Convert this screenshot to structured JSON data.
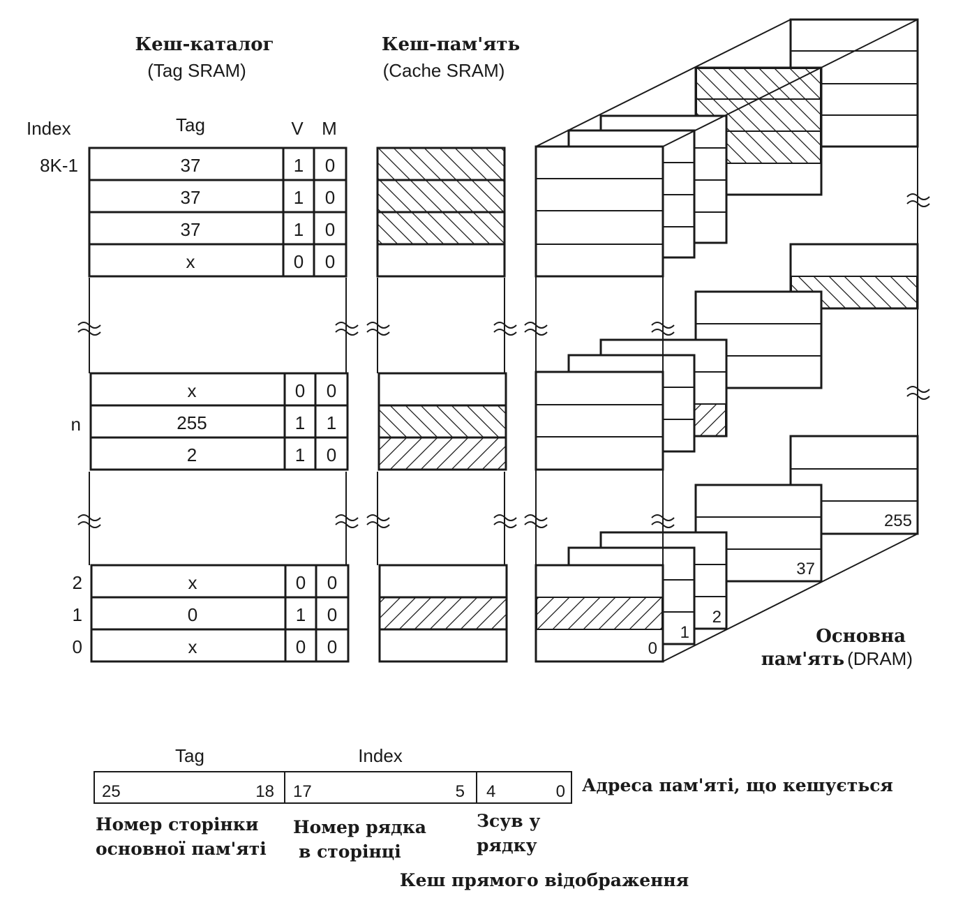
{
  "titles": {
    "tag_dir_title": "Кеш-каталог",
    "tag_dir_sub": "(Tag SRAM)",
    "cache_mem_title": "Кеш-пам'ять",
    "cache_mem_sub": "(Cache SRAM)",
    "main_mem_line1": "Основна",
    "main_mem_line2a": "пам'ять",
    "main_mem_line2b": "(DRAM)"
  },
  "headers": {
    "index": "Index",
    "tag": "Tag",
    "v": "V",
    "m": "M"
  },
  "tag_rows_top": [
    {
      "tag": "37",
      "v": "1",
      "m": "0",
      "hatch": "back"
    },
    {
      "tag": "37",
      "v": "1",
      "m": "0",
      "hatch": "back"
    },
    {
      "tag": "37",
      "v": "1",
      "m": "0",
      "hatch": "back"
    },
    {
      "tag": "x",
      "v": "0",
      "m": "0",
      "hatch": "none"
    }
  ],
  "tag_rows_mid": [
    {
      "tag": "x",
      "v": "0",
      "m": "0",
      "hatch": "none"
    },
    {
      "tag": "255",
      "v": "1",
      "m": "1",
      "hatch": "back"
    },
    {
      "tag": "2",
      "v": "1",
      "m": "0",
      "hatch": "fwd"
    }
  ],
  "tag_rows_bot": [
    {
      "tag": "x",
      "v": "0",
      "m": "0",
      "hatch": "none"
    },
    {
      "tag": "0",
      "v": "1",
      "m": "0",
      "hatch": "fwd"
    },
    {
      "tag": "x",
      "v": "0",
      "m": "0",
      "hatch": "none"
    }
  ],
  "index_labels": {
    "top": "8K-1",
    "n": "n",
    "i2": "2",
    "i1": "1",
    "i0": "0"
  },
  "page_labels": {
    "p0": "0",
    "p1": "1",
    "p2": "2",
    "p37": "37",
    "p255": "255"
  },
  "address": {
    "tag_label": "Tag",
    "index_label": "Index",
    "f1_hi": "25",
    "f1_lo": "18",
    "f2_hi": "17",
    "f2_lo": "5",
    "f3_hi": "4",
    "f3_lo": "0",
    "caption": "Адреса пам'яті, що кешується",
    "desc1_l1": "Номер сторінки",
    "desc1_l2": "основної пам'яті",
    "desc2_l1": "Номер рядка",
    "desc2_l2": "в сторінці",
    "desc3_l1": "Зсув у",
    "desc3_l2": "рядку",
    "bottom_caption": "Кеш прямого відображення"
  },
  "break_symbol": "≈"
}
